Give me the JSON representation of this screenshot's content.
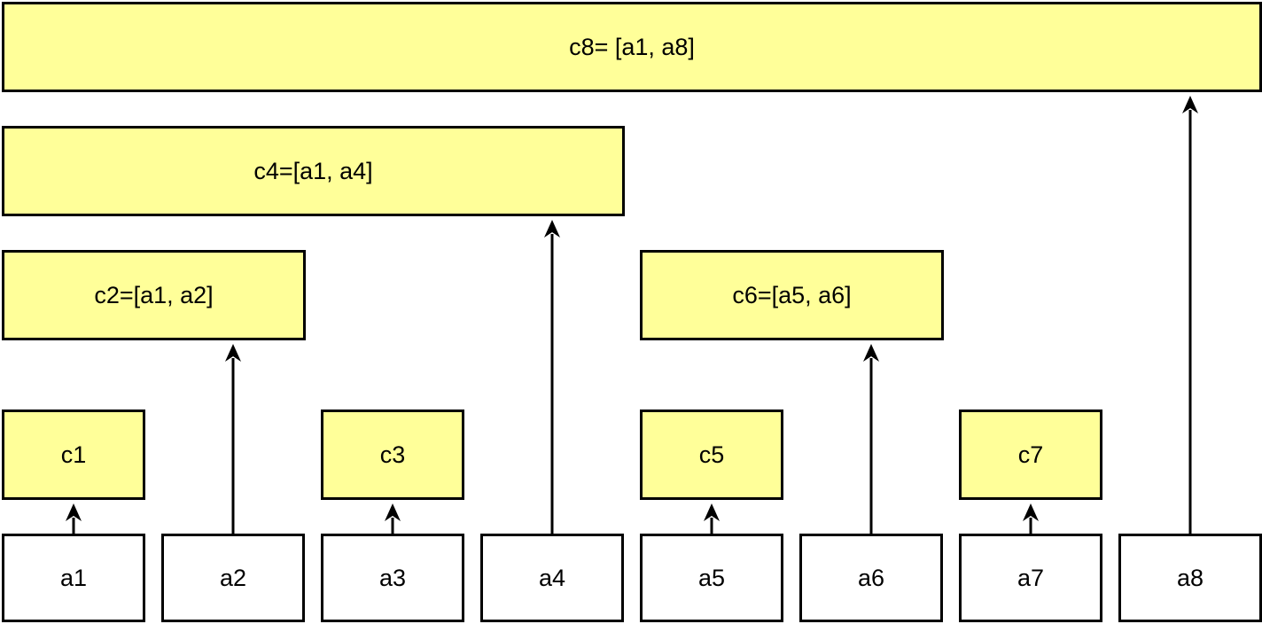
{
  "nodes": {
    "a1": "a1",
    "a2": "a2",
    "a3": "a3",
    "a4": "a4",
    "a5": "a5",
    "a6": "a6",
    "a7": "a7",
    "a8": "a8",
    "c1": "c1",
    "c3": "c3",
    "c5": "c5",
    "c7": "c7",
    "c2": "c2=[a1, a2]",
    "c4": "c4=[a1, a4]",
    "c6": "c6=[a5, a6]",
    "c8": "c8= [a1, a8]"
  },
  "edges": [
    {
      "from": "a1",
      "to": "c1"
    },
    {
      "from": "a2",
      "to": "c2"
    },
    {
      "from": "a3",
      "to": "c3"
    },
    {
      "from": "a4",
      "to": "c4"
    },
    {
      "from": "a5",
      "to": "c5"
    },
    {
      "from": "a6",
      "to": "c6"
    },
    {
      "from": "a7",
      "to": "c7"
    },
    {
      "from": "a8",
      "to": "c8"
    }
  ],
  "colors": {
    "c_fill": "#ffff99",
    "a_fill": "#ffffff",
    "stroke": "#000000"
  }
}
